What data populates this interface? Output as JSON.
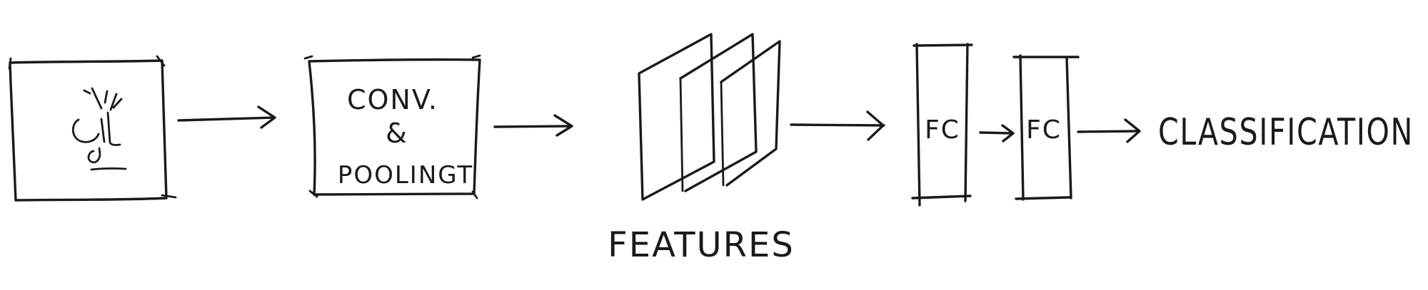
{
  "diagram": {
    "stages": {
      "input": {
        "icon": "hand-drawn-image-icon"
      },
      "conv": {
        "lines": [
          "CONV.",
          "&",
          "POOLINGT"
        ]
      },
      "features": {
        "label": "FEATURES"
      },
      "fc1": {
        "label": "FC"
      },
      "fc2": {
        "label": "FC"
      },
      "output": {
        "label": "CLASSIFICATION"
      }
    },
    "ink_color": "#1a1a1a",
    "background_color": "#ffffff"
  }
}
